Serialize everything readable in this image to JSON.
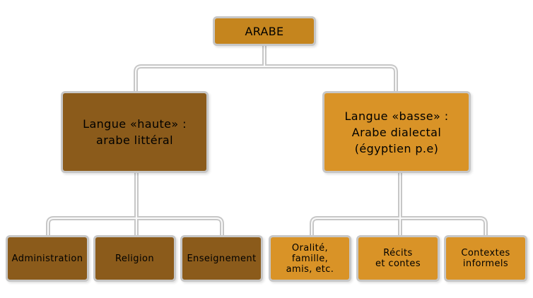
{
  "root": {
    "label": "ARABE"
  },
  "high": {
    "label": "Langue «haute» :\narabe littéral"
  },
  "low": {
    "label": "Langue «basse» :\nArabe dialectal\n(égyptien p.e)"
  },
  "high_children": [
    {
      "label": "Administration"
    },
    {
      "label": "Religion"
    },
    {
      "label": "Enseignement"
    }
  ],
  "low_children": [
    {
      "label": "Oralité,\nfamille,\namis, etc."
    },
    {
      "label": "Récits\net contes"
    },
    {
      "label": "Contextes\ninformels"
    }
  ],
  "colors": {
    "root": "#c5851e",
    "high_register": "#8b5b1b",
    "low_register": "#d99327",
    "connector": "#c7c7c7"
  }
}
